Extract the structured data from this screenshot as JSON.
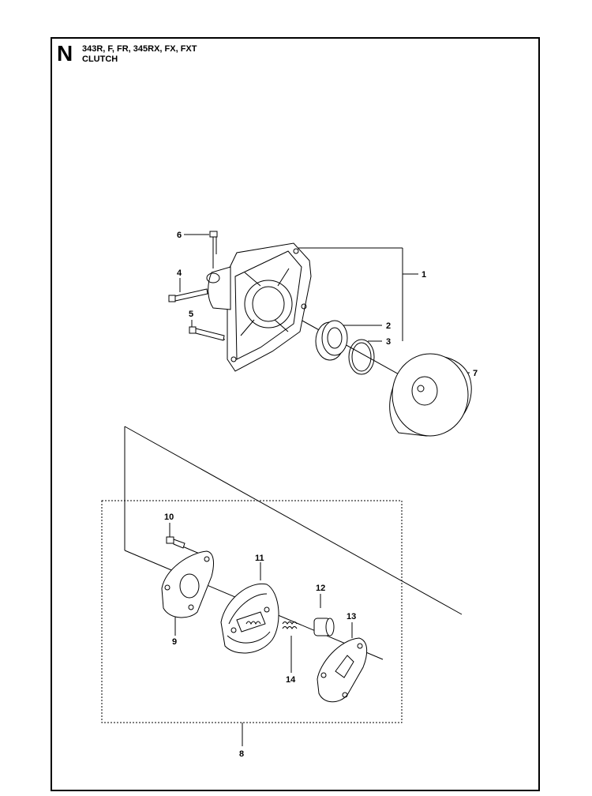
{
  "header": {
    "section_letter": "N",
    "models": "343R, F, FR, 345RX, FX, FXT",
    "title": "CLUTCH"
  },
  "callouts": [
    "1",
    "2",
    "3",
    "4",
    "5",
    "6",
    "7",
    "8",
    "9",
    "10",
    "11",
    "12",
    "13",
    "14"
  ]
}
